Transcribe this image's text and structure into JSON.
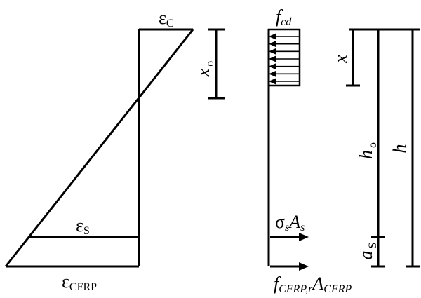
{
  "diagram": {
    "strain_top_label": {
      "main": "ε",
      "sub": "C"
    },
    "strain_steel_label": {
      "main": "ε",
      "sub": "S"
    },
    "strain_frp_label": {
      "main": "ε",
      "sub": "CFRP"
    },
    "neutral_axis_depth_label": {
      "main": "x",
      "sub": "o"
    },
    "stress_block_label": {
      "main": "f",
      "sub": "cd"
    },
    "compression_depth_label": {
      "main": "x"
    },
    "effective_depth_label": {
      "main": "h",
      "sub": "o"
    },
    "total_height_label": {
      "main": "h"
    },
    "steel_cover_label": {
      "main": "a",
      "sub": "S"
    },
    "steel_force_label": {
      "main1": "σ",
      "sub1": "s",
      "main2": "A",
      "sub2": "s"
    },
    "frp_force_label": {
      "main1": "f",
      "sub1": "CFRP,r",
      "main2": "A",
      "sub2": "CFRP"
    }
  }
}
